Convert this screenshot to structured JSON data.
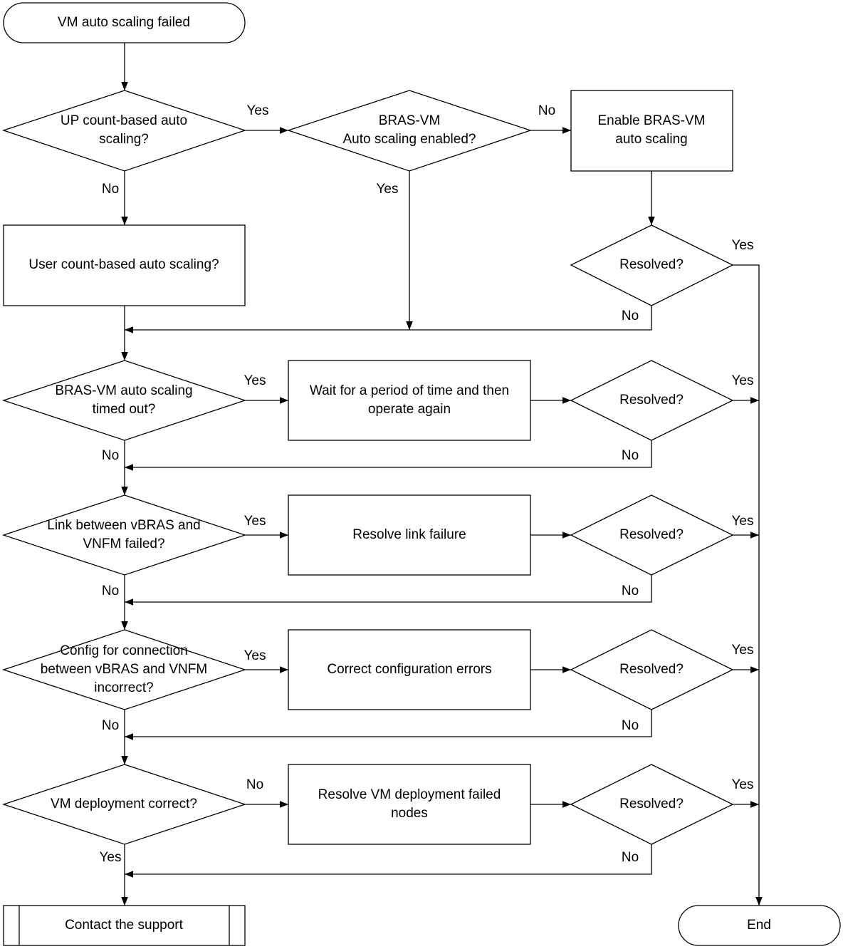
{
  "diagram": {
    "start": [
      "VM auto scaling failed"
    ],
    "q_up_count": [
      "UP count-based auto",
      "scaling?"
    ],
    "q_bras_enabled": [
      "BRAS-VM",
      "Auto scaling enabled?"
    ],
    "a_enable_scaling": [
      "Enable BRAS-VM",
      "auto scaling"
    ],
    "q_user_count": [
      "User count-based auto scaling?"
    ],
    "q_timed_out": [
      "BRAS-VM auto scaling",
      "timed out?"
    ],
    "a_wait": [
      "Wait for a period of time and then",
      "operate again"
    ],
    "q_link_failed": [
      "Link between vBRAS and",
      "VNFM failed?"
    ],
    "a_resolve_link": [
      "Resolve link failure"
    ],
    "q_config": [
      "Config for connection",
      "between vBRAS and VNFM",
      "incorrect?"
    ],
    "a_correct_config": [
      "Correct configuration errors"
    ],
    "q_vm_deploy": [
      "VM deployment correct?"
    ],
    "a_resolve_vm": [
      "Resolve VM deployment failed",
      "nodes"
    ],
    "resolved": [
      "Resolved?"
    ],
    "contact": [
      "Contact the support"
    ],
    "end": [
      "End"
    ],
    "yes": "Yes",
    "no": "No"
  }
}
